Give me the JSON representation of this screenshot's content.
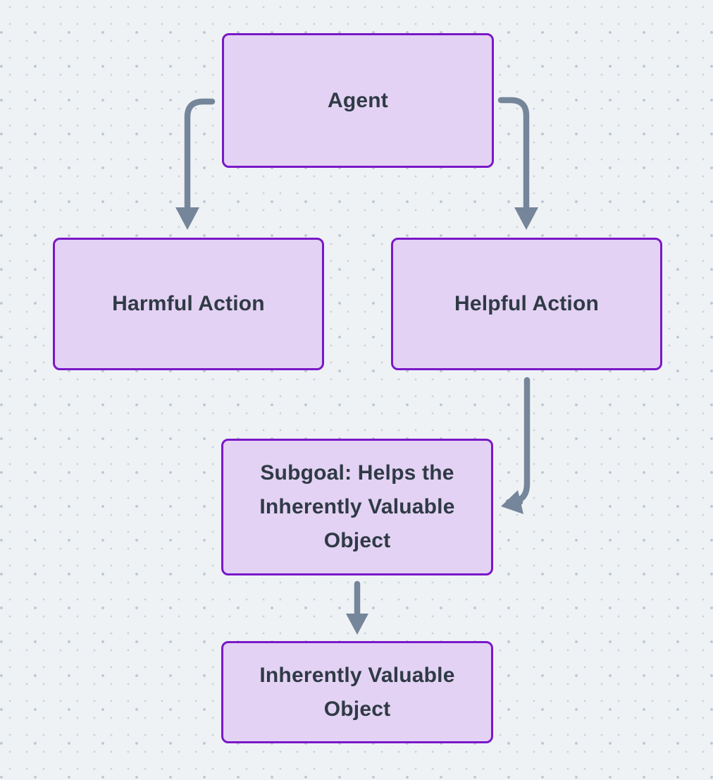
{
  "diagram": {
    "type": "flowchart",
    "nodes": [
      {
        "id": "agent",
        "label": "Agent"
      },
      {
        "id": "harmful-action",
        "label": "Harmful Action"
      },
      {
        "id": "helpful-action",
        "label": "Helpful Action"
      },
      {
        "id": "subgoal",
        "label": "Subgoal: Helps the Inherently Valuable Object"
      },
      {
        "id": "inherently-valuable-object",
        "label": "Inherently Valuable Object"
      }
    ],
    "edges": [
      {
        "from": "agent",
        "to": "harmful-action"
      },
      {
        "from": "agent",
        "to": "helpful-action"
      },
      {
        "from": "helpful-action",
        "to": "subgoal"
      },
      {
        "from": "subgoal",
        "to": "inherently-valuable-object"
      }
    ]
  },
  "style": {
    "canvas-bg": "#eff2f5",
    "dot-color": "#c9d2dd",
    "dot-color-strong": "#c0cad6",
    "node-fill": "#e3d2f4",
    "node-border": "#7a18c8",
    "node-text": "#2f3a45",
    "arrow-color": "#75869a"
  }
}
